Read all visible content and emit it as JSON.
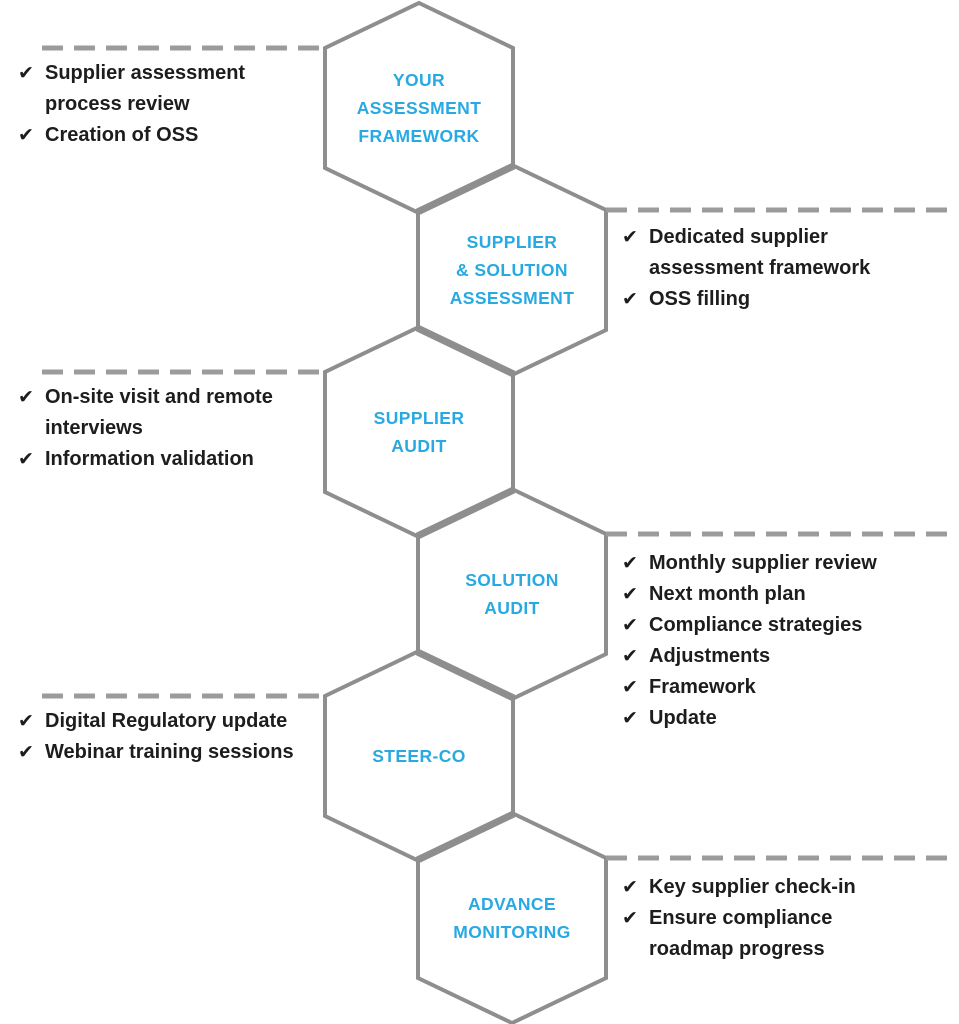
{
  "diagram_title": "Supplier assessment hexagon process flow",
  "check_icon": "✔",
  "colors": {
    "hexagon_stroke": "#8E8E8E",
    "dash_stroke": "#9B9B9B",
    "title_blue": "#29A9E2",
    "text_black": "#1D1D1D"
  },
  "stages": [
    {
      "id": "your-assessment-framework",
      "title": "YOUR\nASSESSMENT\nFRAMEWORK"
    },
    {
      "id": "supplier-solution-assessment",
      "title": "SUPPLIER\n& SOLUTION\nASSESSMENT"
    },
    {
      "id": "supplier-audit",
      "title": "SUPPLIER\nAUDIT"
    },
    {
      "id": "solution-audit",
      "title": "SOLUTION\nAUDIT"
    },
    {
      "id": "steer-co",
      "title": "STEER-CO"
    },
    {
      "id": "advance-monitoring",
      "title": "ADVANCE\nMONITORING"
    }
  ],
  "callouts": [
    {
      "side": "left",
      "stage": "your-assessment-framework",
      "items": [
        "Supplier assessment\nprocess review",
        "Creation of OSS"
      ]
    },
    {
      "side": "right",
      "stage": "supplier-solution-assessment",
      "items": [
        "Dedicated supplier\nassessment framework",
        "OSS filling"
      ]
    },
    {
      "side": "left",
      "stage": "supplier-audit",
      "items": [
        "On-site visit and remote\ninterviews",
        "Information validation"
      ]
    },
    {
      "side": "right",
      "stage": "solution-audit",
      "items": [
        "Monthly supplier review",
        "Next month plan",
        "Compliance strategies",
        "Adjustments",
        "Framework",
        "Update"
      ]
    },
    {
      "side": "left",
      "stage": "steer-co",
      "items": [
        "Digital Regulatory update",
        "Webinar training sessions"
      ]
    },
    {
      "side": "right",
      "stage": "advance-monitoring",
      "items": [
        "Key supplier check-in",
        "Ensure compliance\nroadmap progress"
      ]
    }
  ]
}
